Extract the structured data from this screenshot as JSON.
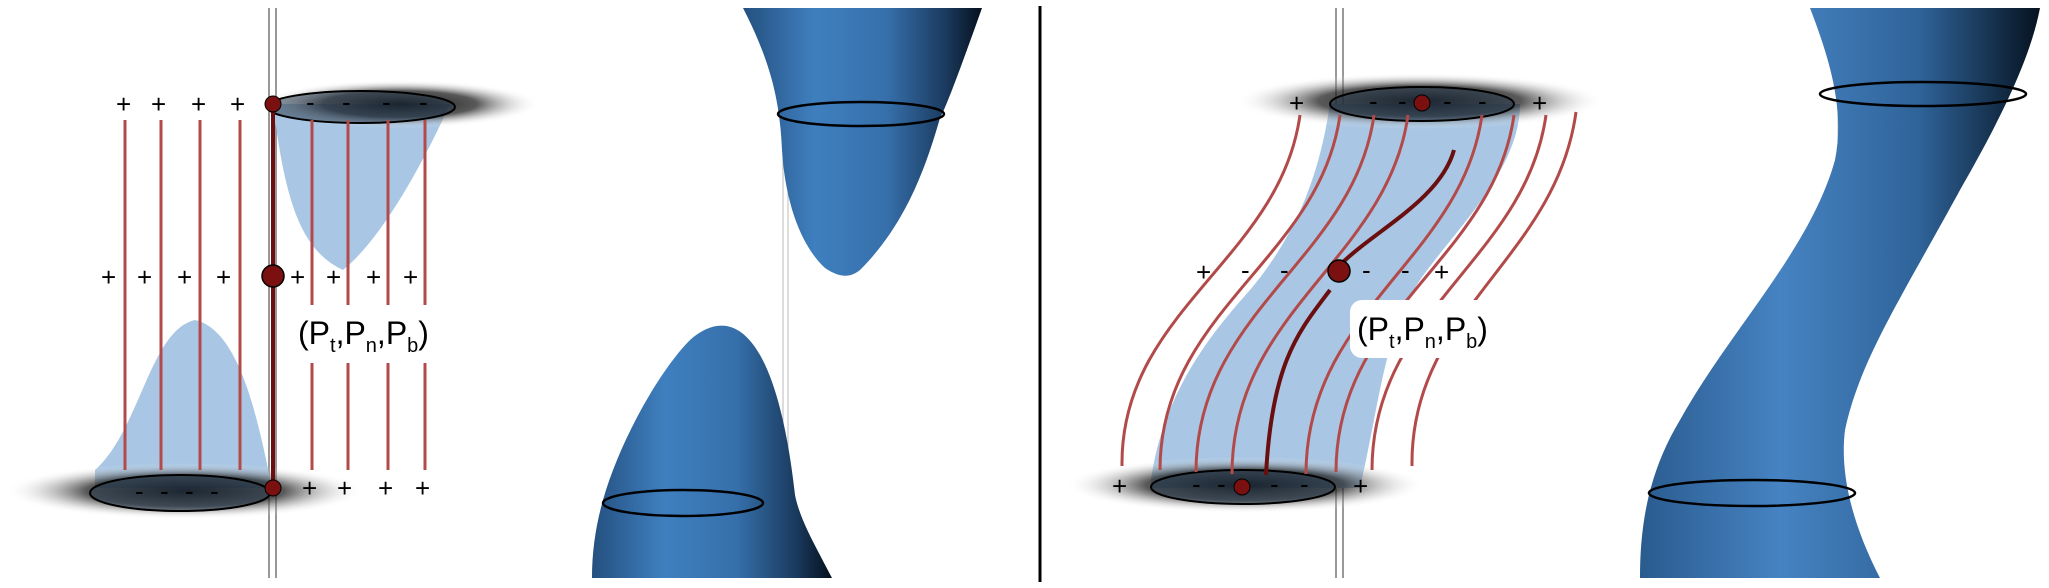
{
  "left_panel": {
    "label": {
      "base": "(P",
      "sub1": "t",
      "sep1": ",P",
      "sub2": "n",
      "sep2": ",P",
      "sub3": "b",
      "close": ")"
    },
    "top_signs": [
      "+",
      "+",
      "+",
      "+",
      "-",
      "-",
      "-",
      "-"
    ],
    "middle_signs": [
      "+",
      "+",
      "+",
      "+",
      "+",
      "+",
      "+",
      "+"
    ],
    "bottom_signs": [
      "-",
      "-",
      "-",
      "-",
      "+",
      "+",
      "+",
      "+"
    ]
  },
  "right_panel": {
    "label": {
      "base": "(P",
      "sub1": "t",
      "sep1": ",P",
      "sub2": "n",
      "sep2": ",P",
      "sub3": "b",
      "close": ")"
    },
    "top_signs": [
      "+",
      "-",
      "-",
      "-",
      "-",
      "+"
    ],
    "middle_signs": [
      "+",
      "-",
      "-",
      "-",
      "-",
      "+"
    ],
    "bottom_signs": [
      "+",
      "-",
      "-",
      "-",
      "-",
      "+"
    ]
  },
  "colors": {
    "field_line": "#b24a4a",
    "field_line_dark": "#6a0f0f",
    "critical_point": "#7a1010",
    "shaded_region": "#a9c7e4",
    "surface": "#3c78b4",
    "divider": "#000000"
  }
}
